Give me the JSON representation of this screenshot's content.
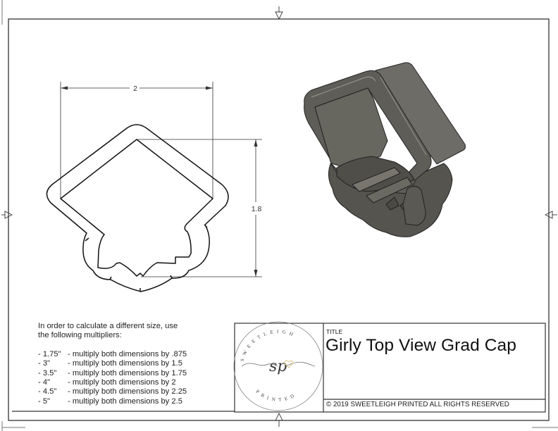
{
  "drawing": {
    "dimensions": {
      "width_label": "2",
      "height_label": "1.8"
    },
    "views": [
      "top-view-outline",
      "isometric-3d-view"
    ]
  },
  "notes": {
    "intro_line1": "In order to calculate a different size, use",
    "intro_line2": "the following multipliers:",
    "multipliers": [
      {
        "size": "- 1.75\"",
        "text": "- multiply both dimensions by .875"
      },
      {
        "size": "- 3\"",
        "text": "- multiply both dimensions by 1.5"
      },
      {
        "size": "- 3.5\"",
        "text": "- multiply both dimensions by 1.75"
      },
      {
        "size": "- 4\"",
        "text": "- multiply both dimensions by 2"
      },
      {
        "size": "- 4.5\"",
        "text": "- multiply both dimensions by 2.25"
      },
      {
        "size": "- 5\"",
        "text": "- multiply both dimensions by 2.5"
      }
    ]
  },
  "title_block": {
    "logo": {
      "top_text": "SWEETLEIGH",
      "bottom_text": "PRINTED",
      "monogram": "sp",
      "heart_color": "#e8d9a8"
    },
    "title_label": "TITLE",
    "title": "Girly Top View Grad Cap",
    "copyright": "© 2019  SWEETLEIGH PRINTED  ALL RIGHTS RESERVED"
  },
  "colors": {
    "frame": "#333333",
    "outline": "#111111",
    "model_body": "#5e5d58",
    "model_dark": "#3c3b37",
    "model_light": "#8a8882"
  }
}
